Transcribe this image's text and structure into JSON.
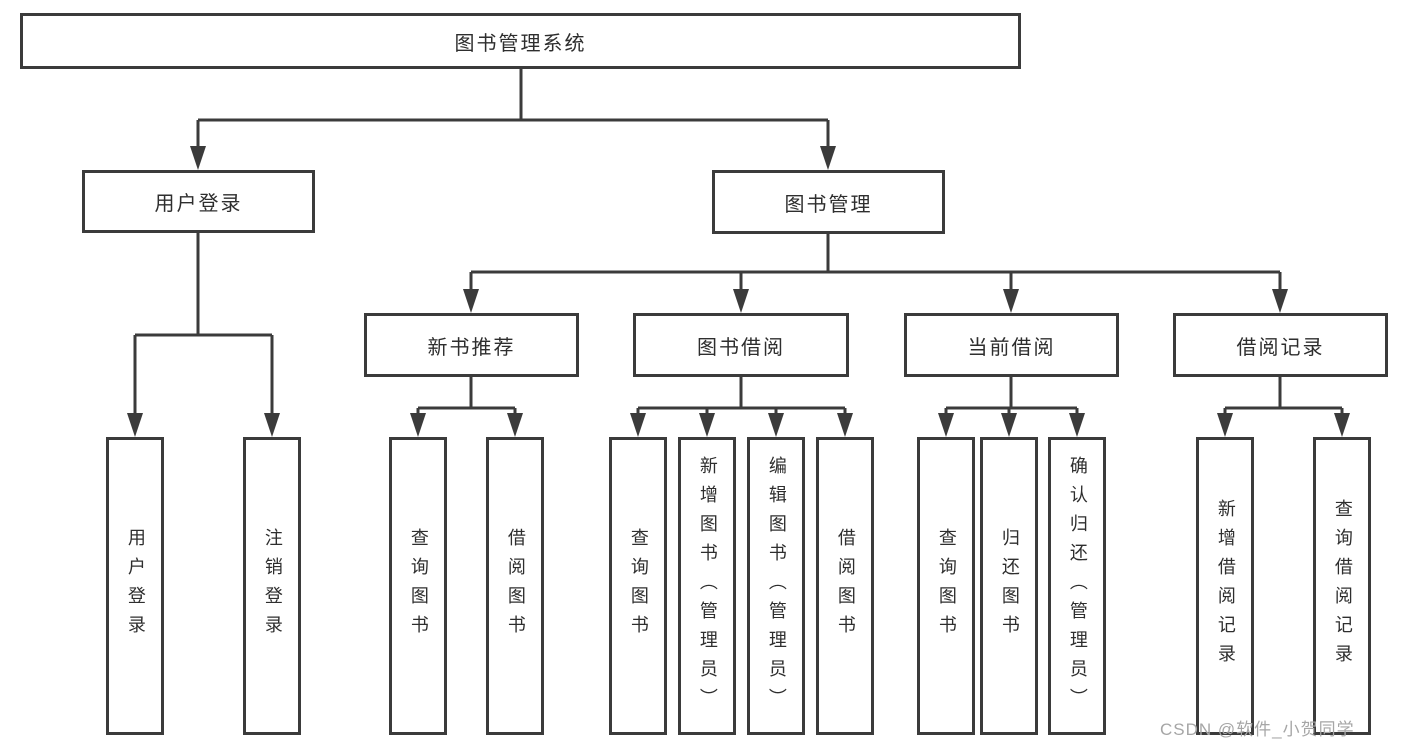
{
  "diagram": {
    "root": {
      "label": "图书管理系统"
    },
    "branches": [
      {
        "label": "用户登录",
        "children": [
          {
            "label": "用户登录"
          },
          {
            "label": "注销登录"
          }
        ]
      },
      {
        "label": "图书管理",
        "children": [
          {
            "label": "新书推荐",
            "children": [
              {
                "label": "查询图书"
              },
              {
                "label": "借阅图书"
              }
            ]
          },
          {
            "label": "图书借阅",
            "children": [
              {
                "label": "查询图书"
              },
              {
                "label": "新增图书（管理员）"
              },
              {
                "label": "编辑图书（管理员）"
              },
              {
                "label": "借阅图书"
              }
            ]
          },
          {
            "label": "当前借阅",
            "children": [
              {
                "label": "查询图书"
              },
              {
                "label": "归还图书"
              },
              {
                "label": "确认归还（管理员）"
              }
            ]
          },
          {
            "label": "借阅记录",
            "children": [
              {
                "label": "新增借阅记录"
              },
              {
                "label": "查询借阅记录"
              }
            ]
          }
        ]
      }
    ]
  },
  "watermark": {
    "text": "CSDN @软件_小贺同学"
  },
  "colors": {
    "line": "#3b3b3b",
    "text": "#2e2e2e",
    "watermark": "#a6a6a6",
    "background": "#ffffff"
  }
}
